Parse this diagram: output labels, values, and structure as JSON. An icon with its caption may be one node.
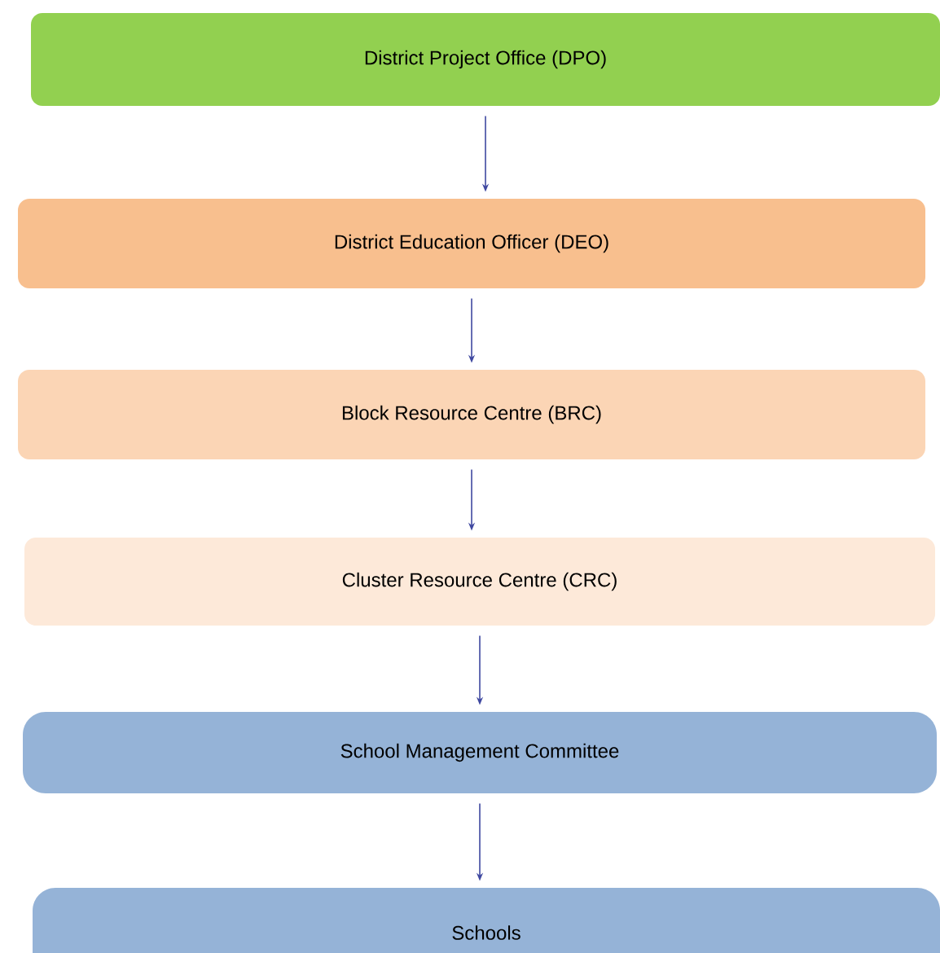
{
  "diagram": {
    "nodes": [
      {
        "text": [
          "District Project Office (DPO)"
        ]
      },
      {
        "text": [
          "District Education Officer (DEO)"
        ]
      },
      {
        "text": [
          "Block Resource Centre (BRC)"
        ]
      },
      {
        "text": [
          "Cluster Resource Centre (CRC)"
        ]
      },
      {
        "text": [
          "School Management Committee"
        ]
      },
      {
        "text": [
          "Schools"
        ]
      }
    ],
    "edges": [
      {
        "from": 0,
        "to": 1,
        "arrow": "to"
      },
      {
        "from": 1,
        "to": 2,
        "arrow": "to"
      },
      {
        "from": 2,
        "to": 3,
        "arrow": "to"
      },
      {
        "from": 3,
        "to": 4,
        "arrow": "to"
      },
      {
        "from": 4,
        "to": 5,
        "arrow": "to"
      }
    ]
  }
}
